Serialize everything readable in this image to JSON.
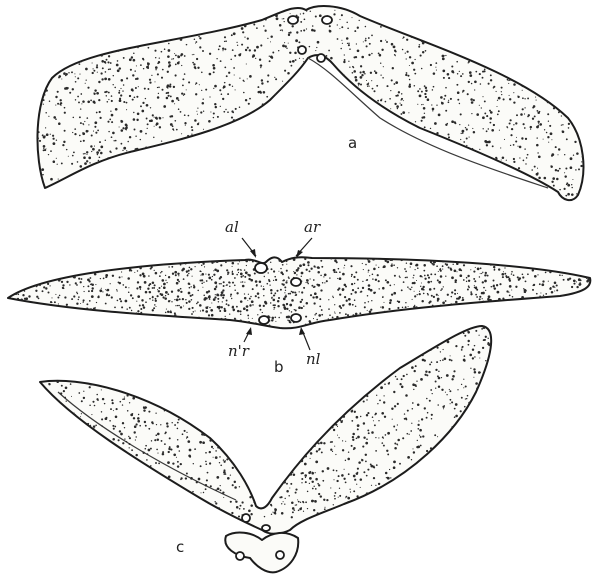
{
  "figure": {
    "labels": {
      "a": "a",
      "b": "b",
      "c": "c",
      "al": "al",
      "ar": "ar",
      "nr": "n'r",
      "nl": "nl"
    }
  },
  "colors": {
    "ink": "#1c1c1c",
    "paper": "#ffffff"
  }
}
